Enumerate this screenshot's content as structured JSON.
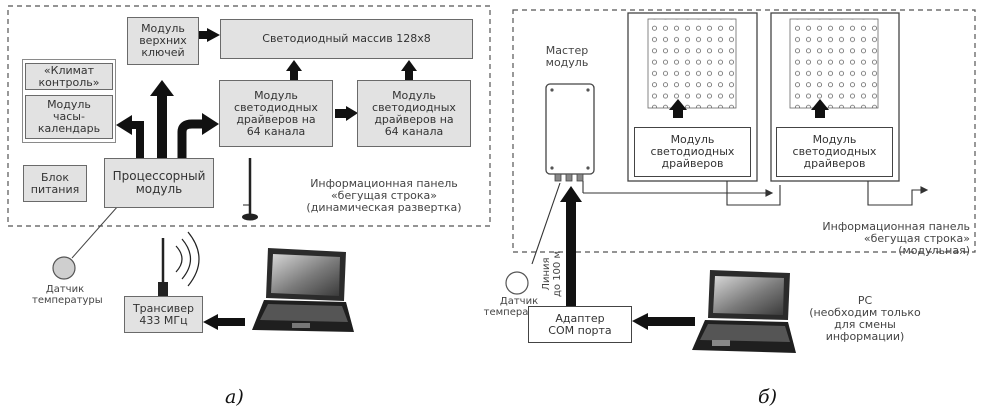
{
  "panel_a": {
    "top_keys": "Модуль\nверхних\nключей",
    "led_array": "Светодиодный массив 128x8",
    "climate": "«Климат\nконтроль»",
    "clock": "Модуль\nчасы-\nкалендарь",
    "driver_left": "Модуль\nсветодиодных\nдрайверов на\n64 канала",
    "driver_right": "Модуль\nсветодиодных\nдрайверов на\n64 канала",
    "power": "Блок\nпитания",
    "processor": "Процессорный\nмодуль",
    "info_panel": "Информационная панель\n«бегущая строка»\n(динамическая развертка)",
    "temp_sensor": "Датчик\nтемпературы",
    "transceiver": "Трансивер\n433 МГц",
    "caption": "а)"
  },
  "panel_b": {
    "master": "Мастер\nмодуль",
    "driver_left": "Модуль\nсветодиодных\nдрайверов",
    "driver_right": "Модуль\nсветодиодных\nдрайверов",
    "info_panel": "Информационная панель\n«бегущая строка» (модульная)",
    "temp_sensor": "Датчик\nтемпературы",
    "line_label": "Линия\nдо 100 м",
    "adapter": "Адаптер\nCOM порта",
    "pc": "PC\n(необходим только\nдля смены\nинформации)",
    "caption": "б)"
  }
}
